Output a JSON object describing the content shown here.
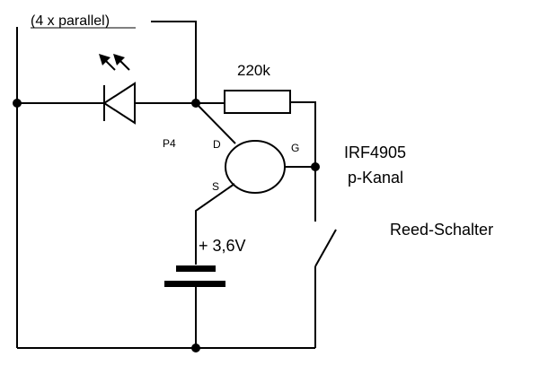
{
  "diagram": {
    "title": "Reed switch LED circuit with p-channel MOSFET",
    "labels": {
      "parallel_note": "(4 x parallel)",
      "resistor_value": "220k",
      "port_label": "P4",
      "drain": "D",
      "gate": "G",
      "source": "S",
      "mosfet_part": "IRF4905",
      "mosfet_type": "p-Kanal",
      "battery_voltage": "+ 3,6V",
      "switch_label": "Reed-Schalter"
    },
    "components": [
      {
        "id": "led",
        "type": "LED",
        "note": "4 x parallel"
      },
      {
        "id": "resistor",
        "type": "resistor",
        "value": "220k"
      },
      {
        "id": "mosfet",
        "type": "MOSFET",
        "part": "IRF4905",
        "channel": "p-Kanal",
        "pins": [
          "D",
          "G",
          "S"
        ]
      },
      {
        "id": "battery",
        "type": "battery",
        "voltage": "+ 3,6V"
      },
      {
        "id": "reed_switch",
        "type": "switch",
        "name": "Reed-Schalter"
      }
    ],
    "colors": {
      "stroke": "#000000",
      "background": "#ffffff"
    }
  }
}
